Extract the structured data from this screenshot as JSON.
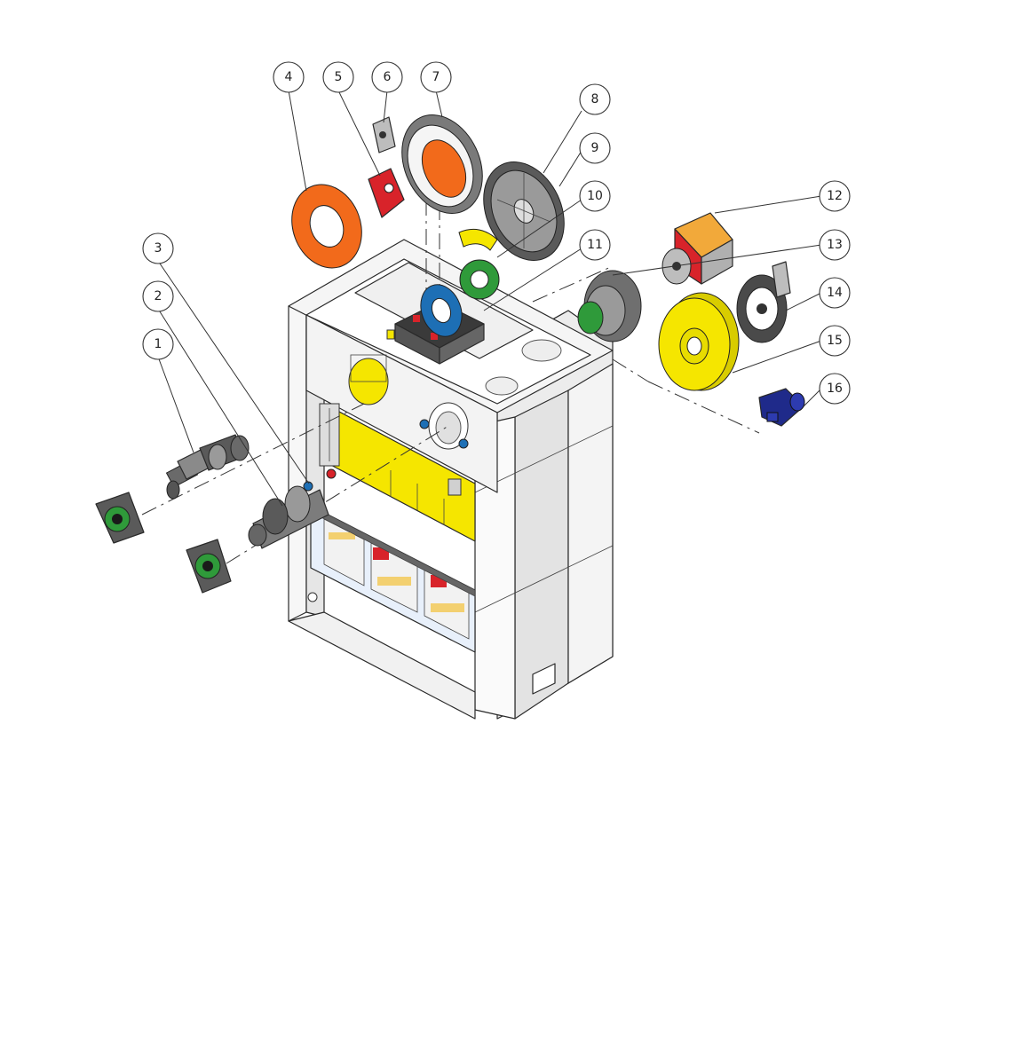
{
  "diagram": {
    "callouts": [
      {
        "label": "1",
        "target": "crankshaft"
      },
      {
        "label": "2",
        "target": "eccentric-shaft"
      },
      {
        "label": "3",
        "target": "bolt"
      },
      {
        "label": "4",
        "target": "orange-flange"
      },
      {
        "label": "5",
        "target": "red-connecting-rod"
      },
      {
        "label": "6",
        "target": "clamp-block"
      },
      {
        "label": "7",
        "target": "large-gear-orange"
      },
      {
        "label": "8",
        "target": "gray-gear"
      },
      {
        "label": "9",
        "target": "gray-gear-spokes"
      },
      {
        "label": "10",
        "target": "yellow-bearing-shell"
      },
      {
        "label": "11",
        "target": "green-pinion"
      },
      {
        "label": "12",
        "target": "motor"
      },
      {
        "label": "13",
        "target": "clutch-brake"
      },
      {
        "label": "14",
        "target": "brake-disc"
      },
      {
        "label": "15",
        "target": "yellow-flywheel"
      },
      {
        "label": "16",
        "target": "blue-pump"
      }
    ],
    "colors": {
      "frame": "#f2f2f2",
      "frame_shade": "#d9d9d9",
      "yellow": "#f5e600",
      "orange": "#f26a1b",
      "red": "#d8232a",
      "green": "#2f9a3a",
      "blue": "#1d6fb5",
      "navy": "#1f2a8a",
      "gray": "#8a8a8a",
      "dark": "#3a3a3a"
    }
  }
}
